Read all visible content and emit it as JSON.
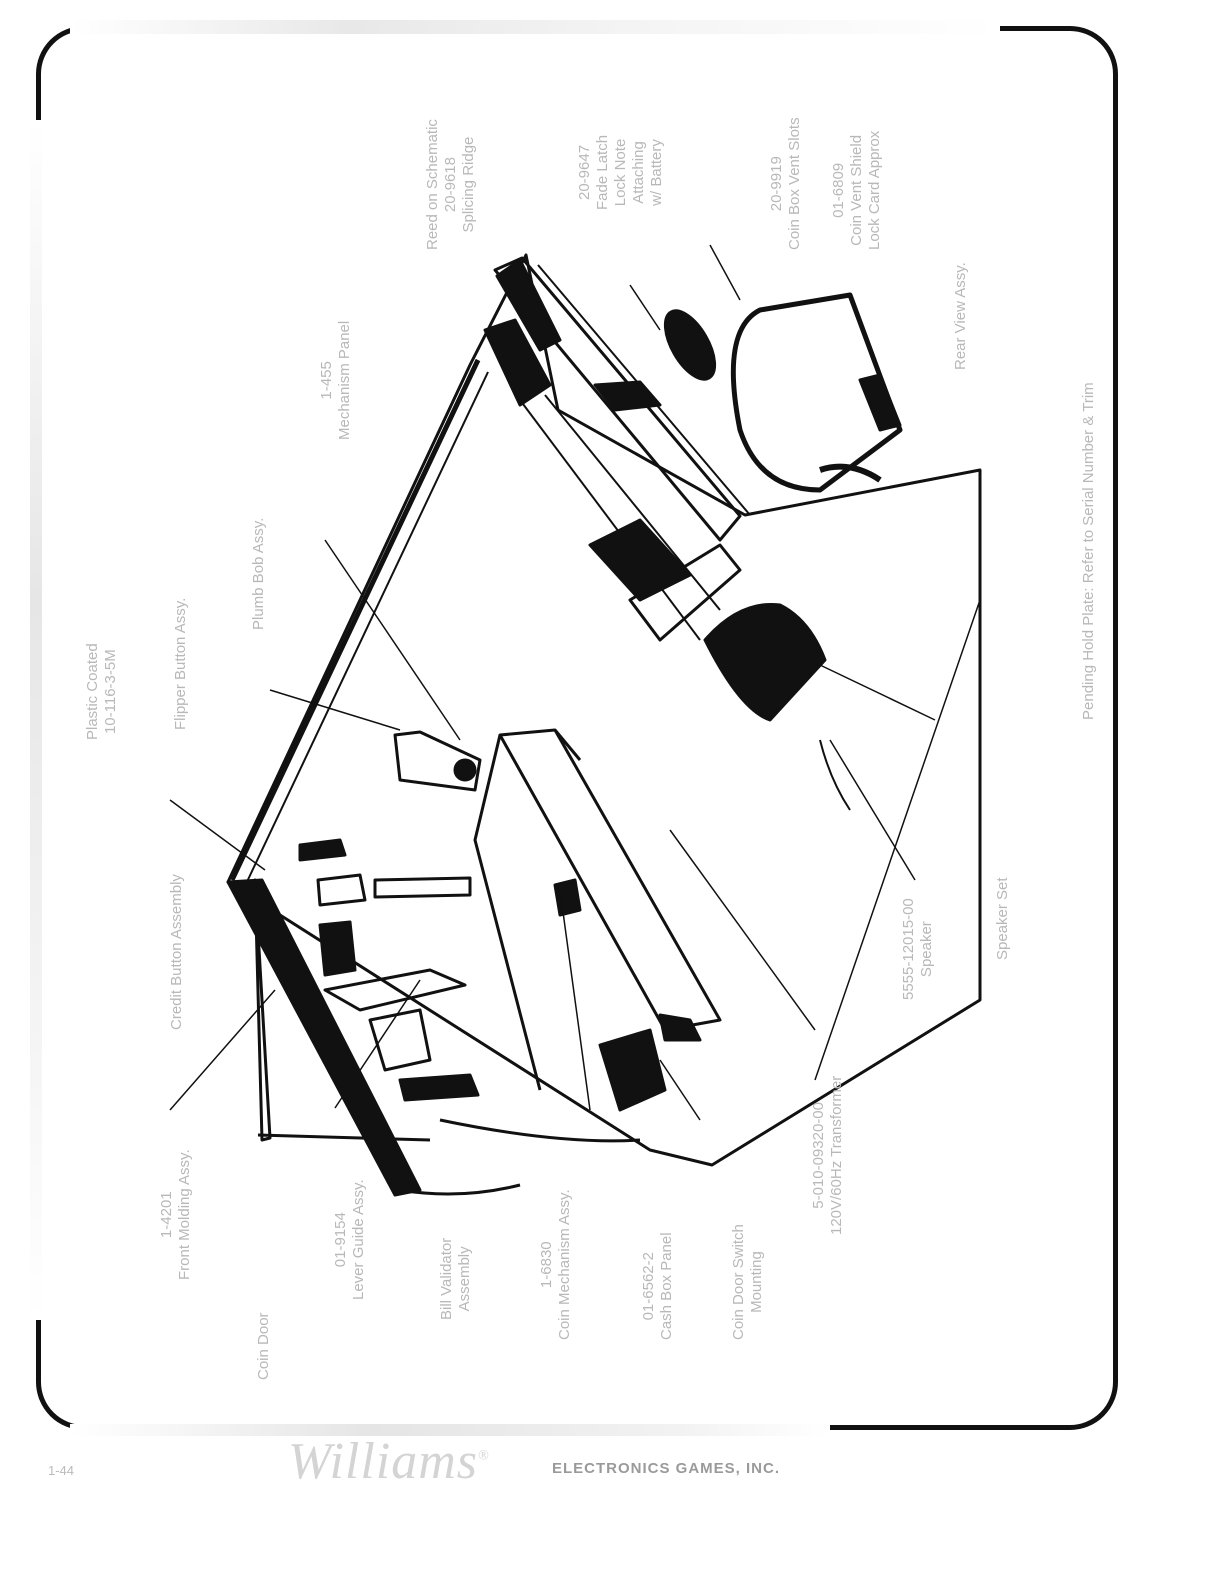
{
  "labels": {
    "plastic_coated": [
      "Plastic Coated",
      "10-116-3-5M"
    ],
    "credit_button": "Credit Button Assembly",
    "flipper_button": "Flipper Button Assy.",
    "plumb_bob": "Plumb Bob Assy.",
    "mechanism_panel": [
      "1-455",
      "Mechanism Panel"
    ],
    "reed_on_schematic": [
      "Reed on Schematic",
      "20-9618",
      "Splicing Ridge"
    ],
    "fade_tape": [
      "20-9647",
      "Fade Latch",
      "Lock Note",
      "Attaching",
      "w/ Battery"
    ],
    "coin_box": [
      "20-9919",
      "Coin Box Vent Slots"
    ],
    "coin_vent_shield": [
      "01-6809",
      "Coin Vent Shield",
      "Lock Card Approx"
    ],
    "rear_view": "Rear View Assy.",
    "serial_number_plate": "Pending Hold Plate: Refer to Serial Number & Trim",
    "coil_door": "Coin Door",
    "front_molding": [
      "1-4201",
      "Front Molding Assy."
    ],
    "lever_guide": [
      "01-9154",
      "Lever Guide Assy."
    ],
    "bill_validator": [
      "Bill Validator",
      "Assembly"
    ],
    "coin_mech_assy": [
      "1-6830",
      "Coin Mechanism Assy."
    ],
    "cash_box": [
      "01-6562-2",
      "Cash Box Panel"
    ],
    "coin_door_switch": [
      "Coin Door Switch",
      "Mounting"
    ],
    "transformer": [
      "5-010-09320-00",
      "120V/60Hz Transformer"
    ],
    "speaker_part": [
      "5555-12015-00",
      "Speaker"
    ],
    "speaker_set": "Speaker Set"
  },
  "footer": {
    "page_number": "1-44",
    "brand": "Williams",
    "brand_mark": "®",
    "company": "ELECTRONICS GAMES, INC."
  }
}
